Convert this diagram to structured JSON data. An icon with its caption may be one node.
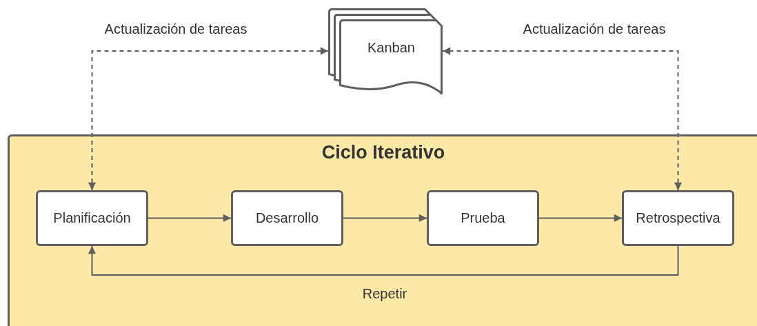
{
  "diagram": {
    "nodes": [
      {
        "text": [
          "Kanban"
        ]
      },
      {
        "text": [
          "Ciclo Iterativo"
        ]
      },
      {
        "text": [
          "Planificación"
        ],
        "in": 1
      },
      {
        "text": [
          "Desarrollo"
        ],
        "in": 1
      },
      {
        "text": [
          "Prueba"
        ],
        "in": 1
      },
      {
        "text": [
          "Retrospectiva"
        ],
        "in": 1
      }
    ],
    "edges": [
      {
        "from": 2,
        "to": 0,
        "arrow": "both",
        "style": "dashed",
        "label": "Actualización de tareas"
      },
      {
        "from": 5,
        "to": 0,
        "arrow": "both",
        "style": "dashed",
        "label": "Actualización de tareas"
      },
      {
        "from": 2,
        "to": 3,
        "arrow": "to"
      },
      {
        "from": 3,
        "to": 4,
        "arrow": "to"
      },
      {
        "from": 4,
        "to": 5,
        "arrow": "to"
      },
      {
        "from": 5,
        "to": 2,
        "arrow": "to",
        "label": "Repetir"
      }
    ]
  }
}
